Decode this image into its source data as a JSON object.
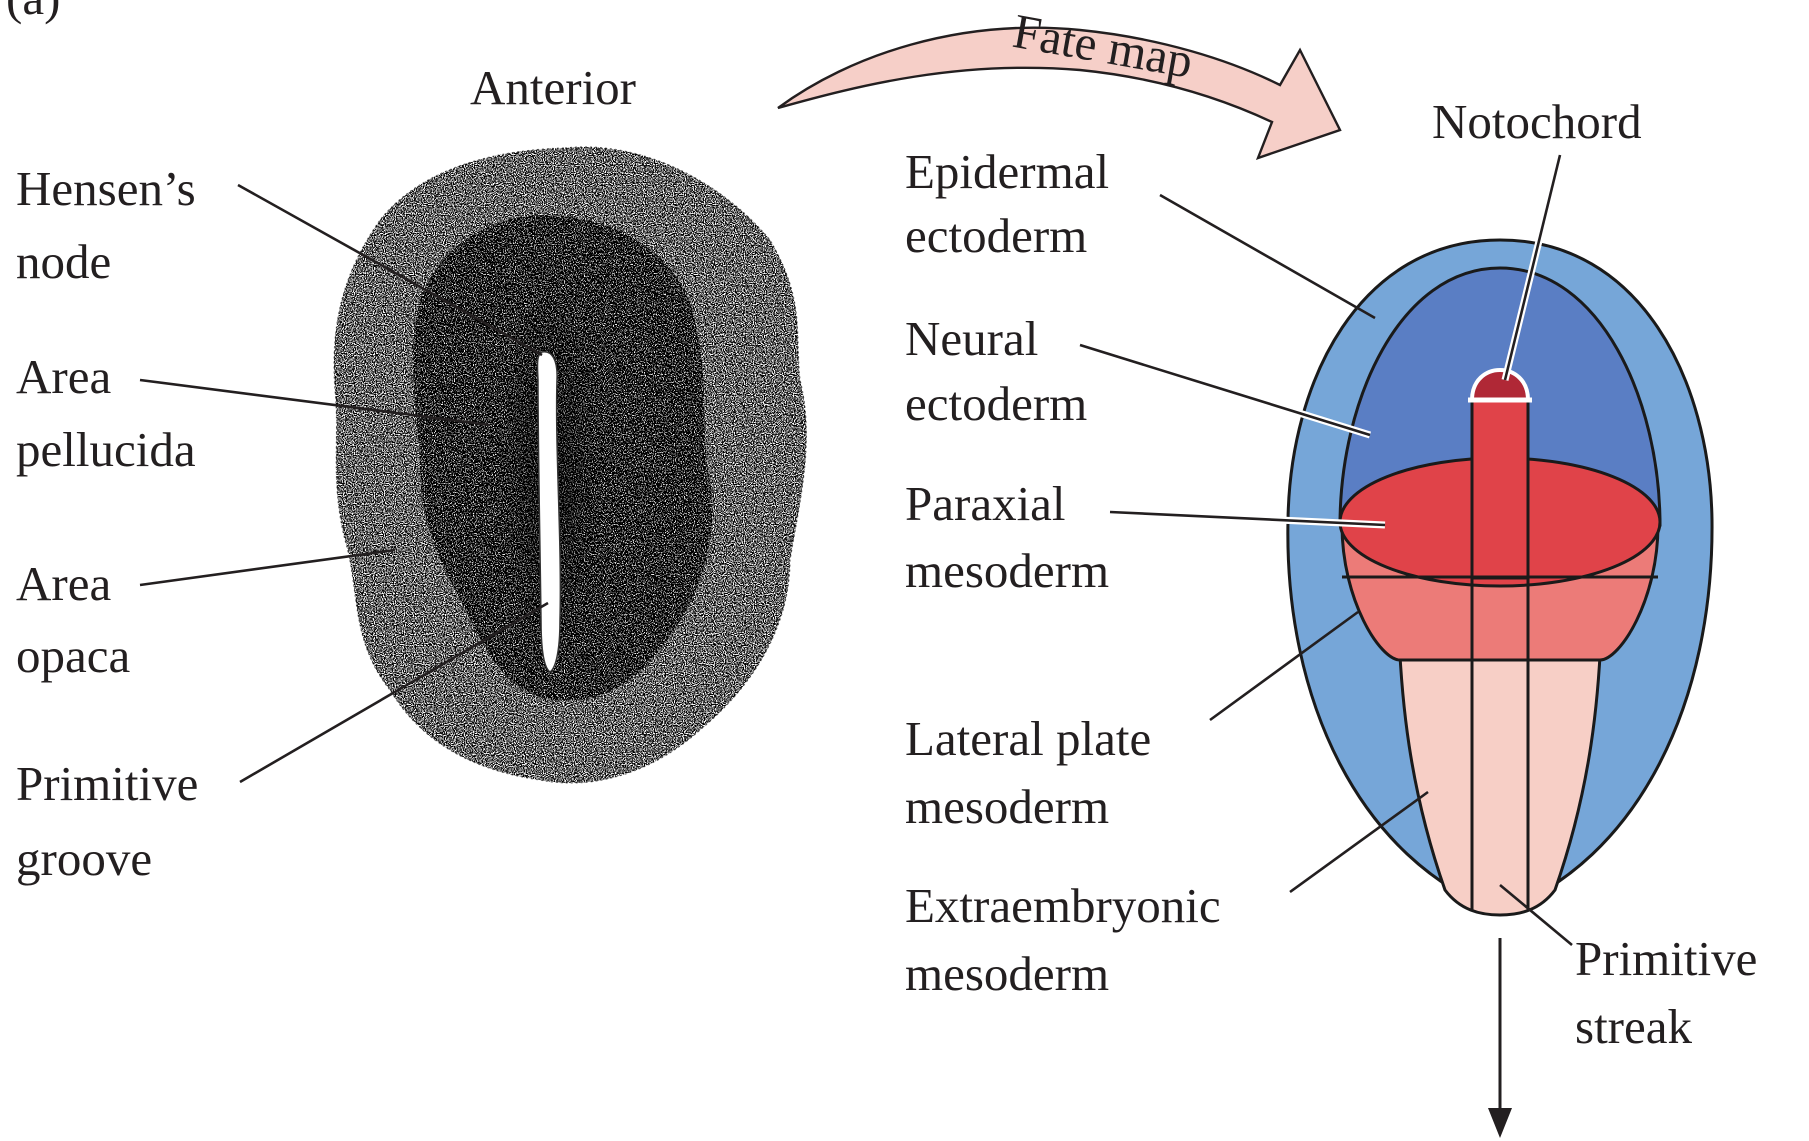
{
  "panel_label": "(a)",
  "embryo": {
    "anterior": "Anterior",
    "labels": {
      "hensens_node": [
        "Hensen’s",
        "node"
      ],
      "area_pellucida": [
        "Area",
        "pellucida"
      ],
      "area_opaca": [
        "Area",
        "opaca"
      ],
      "primitive_groove": [
        "Primitive",
        "groove"
      ]
    }
  },
  "arrow_label": "Fate map",
  "fate_map": {
    "labels": {
      "notochord": "Notochord",
      "epidermal_ectoderm": [
        "Epidermal",
        "ectoderm"
      ],
      "neural_ectoderm": [
        "Neural",
        "ectoderm"
      ],
      "paraxial_mesoderm": [
        "Paraxial",
        "mesoderm"
      ],
      "lateral_plate_mesoderm": [
        "Lateral plate",
        "mesoderm"
      ],
      "extraembryonic_mesoderm": [
        "Extraembryonic",
        "mesoderm"
      ],
      "primitive_streak": [
        "Primitive",
        "streak"
      ]
    },
    "colors": {
      "epidermal_ectoderm": "#76a6d8",
      "neural_ectoderm": "#5a7ec4",
      "paraxial_mesoderm": "#e04349",
      "lateral_plate_mesoderm": "#ec7b78",
      "extraembryonic_mesoderm": "#f7cfc6",
      "notochord": "#e04349",
      "notochord_tip": "#b02836",
      "arrow_fill": "#f6cfc8"
    }
  }
}
